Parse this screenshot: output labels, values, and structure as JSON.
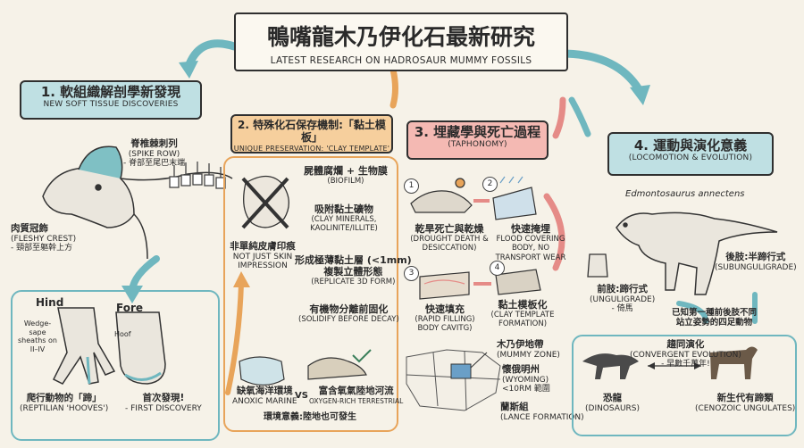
{
  "title": {
    "zh": "鴨嘴龍木乃伊化石最新研究",
    "en": "LATEST RESEARCH ON HADROSAUR MUMMY FOSSILS"
  },
  "colors": {
    "teal": "#6fb7bf",
    "orange": "#e8a45a",
    "pink": "#e58b87",
    "blue": "#6a9fc7",
    "ink": "#2f2f2f"
  },
  "section1": {
    "header_zh": "1. 軟組織解剖學新發現",
    "header_en": "NEW SOFT TISSUE DISCOVERIES",
    "spike_zh": "脊椎棘刺列",
    "spike_en": "(SPIKE ROW)",
    "spike_note": "- 脊部至尾巴末端",
    "crest_zh": "肉質冠飾",
    "crest_en": "(FLESHY CREST)",
    "crest_note": "- 頸部至軀幹上方",
    "hind_label": "Hind",
    "fore_label": "Fore",
    "wedge_note": "Wedge-sape sheaths on II–IV",
    "hoof_note": "Hoof",
    "hooves_zh": "爬行動物的「蹄」",
    "hooves_en": "(REPTILIAN 'HOOVES')",
    "first_zh": "首次發現!",
    "first_en": "- FIRST DISCOVERY"
  },
  "section2": {
    "header_zh": "2. 特殊化石保存機制:「黏土模板」",
    "header_en": "UNIQUE PRESERVATION: 'CLAY TEMPLATE'",
    "not_skin_zh": "非單純皮膚印痕",
    "not_skin_en": "NOT JUST SKIN IMPRESSION",
    "steps": [
      {
        "zh": "屍體腐爛 + 生物膜",
        "en": "(BIOFILM)"
      },
      {
        "zh": "吸附黏土礦物",
        "en": "(CLAY MINERALS, KAOLINITE/ILLITE)"
      },
      {
        "zh": "形成極薄黏土層 (<1mm)",
        "zh2": "複製立體形態",
        "en": "(REPLICATE 3D FORM)"
      },
      {
        "zh": "有機物分離前固化",
        "en": "(SOLIDIFY BEFORE DECAY)"
      }
    ],
    "anoxic_zh": "缺氧海洋環境",
    "anoxic_en": "ANOXIC MARINE",
    "vs": "VS",
    "oxygen_zh": "富含氧氣陸地河流",
    "oxygen_en": "OXYGEN-RICH TERRESTRIAL",
    "env_note": "環境意義:陸地也可發生"
  },
  "section3": {
    "header_zh": "3. 埋藏學與死亡過程",
    "header_en": "(TAPHONOMY)",
    "steps": [
      {
        "n": "1",
        "zh": "乾旱死亡與乾燥",
        "en": "(DROUGHT DEATH & DESICCATION)"
      },
      {
        "n": "2",
        "zh": "快速掩埋",
        "en": "FLOOD COVERING BODY, NO TRANSPORT WEAR"
      },
      {
        "n": "3",
        "zh": "快速填充",
        "en": "(RAPID FILLING) BODY CAVITG)"
      },
      {
        "n": "4",
        "zh": "黏土模板化",
        "en": "(CLAY TEMPLATE FORMATION)"
      }
    ],
    "zone_zh": "木乃伊地帶",
    "zone_en": "(MUMMY ZONE)",
    "wyoming_zh": "懷俄明州",
    "wyoming_en": "(WYOMING)",
    "radius": "<10RM 範圍",
    "lance_zh": "蘭斯組",
    "lance_en": "(LANCE FORMATION)"
  },
  "section4": {
    "header_zh": "4. 運動與演化意義",
    "header_en": "(LOCOMOTION & EVOLUTION)",
    "species": "Edmontosaurus annectens",
    "hind_zh": "後肢:半蹄行式",
    "hind_en": "(SUBUNGULIGRADE)",
    "fore_zh": "前肢:蹄行式",
    "fore_en": "(UNGULIGRADE)",
    "fore_note": "- 倚馬",
    "first_zh": "已知第一種前後肢不同",
    "first_zh2": "站立姿勢的四足動物",
    "convergent_zh": "趨同演化",
    "convergent_en": "(CONVERGENT EVOLUTION)",
    "convergent_note": "- 早數千萬年!",
    "dino_zh": "恐龍",
    "dino_en": "(DINOSAURS)",
    "ungulate_zh": "新生代有蹄類",
    "ungulate_en": "(CENOZOIC UNGULATES)"
  }
}
